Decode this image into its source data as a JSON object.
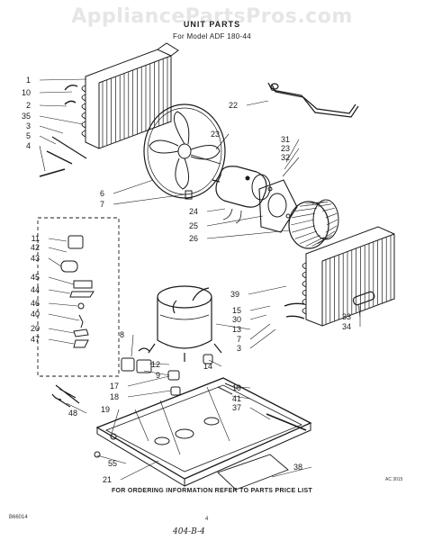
{
  "watermark": "AppliancePartsPros.com",
  "header": {
    "title": "UNIT PARTS",
    "model": "For Model ADF 180-44"
  },
  "footer": {
    "note": "FOR ORDERING INFORMATION REFER TO PARTS PRICE LIST",
    "code_left": "B66014",
    "page_number": "4",
    "handwritten": "404-B-4",
    "ac_code": "AC 3015"
  },
  "callouts": [
    "1",
    "10",
    "2",
    "35",
    "3",
    "5",
    "4",
    "22",
    "23",
    "31",
    "23",
    "32",
    "6",
    "7",
    "24",
    "25",
    "26",
    "11",
    "42",
    "43",
    "45",
    "44",
    "46",
    "40",
    "20",
    "47",
    "39",
    "15",
    "30",
    "13",
    "7",
    "3",
    "33",
    "34",
    "8",
    "12",
    "9",
    "14",
    "17",
    "18",
    "19",
    "41",
    "37",
    "48",
    "19",
    "55",
    "21",
    "38"
  ],
  "colors": {
    "ink": "#1a1a1a",
    "paper": "#ffffff",
    "watermark": "#e6e6e6"
  }
}
